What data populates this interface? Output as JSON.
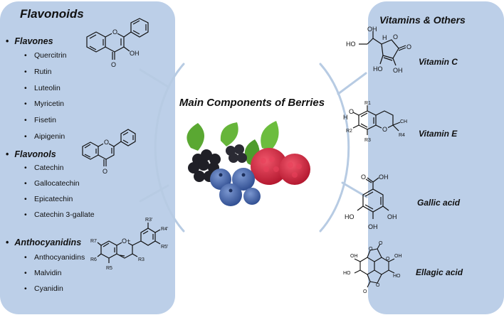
{
  "title": "Main Components of Berries",
  "left_panel": {
    "title": "Flavonoids",
    "groups": [
      {
        "name": "Flavones",
        "items": [
          "Quercitrin",
          "Rutin",
          "Luteolin",
          "Myricetin",
          "Fisetin",
          "Aipigenin"
        ],
        "structure_labels": [
          "O",
          "O",
          "OH"
        ]
      },
      {
        "name": "Flavonols",
        "items": [
          "Catechin",
          "Gallocatechin",
          "Epicatechin",
          "Catechin 3-gallate"
        ],
        "structure_labels": [
          "O",
          "O"
        ]
      },
      {
        "name": "Anthocyanidins",
        "items": [
          "Anthocyanidins",
          "Malvidin",
          "Cyanidin"
        ],
        "structure_labels": [
          "R7",
          "R6",
          "R5",
          "R3",
          "R3'",
          "R4'",
          "R5'",
          "O+"
        ]
      }
    ]
  },
  "right_panel": {
    "title": "Vitamins & Others",
    "compounds": [
      {
        "name": "Vitamin C",
        "structure_labels": [
          "HO",
          "OH",
          "H",
          "O",
          "O",
          "HO",
          "OH"
        ]
      },
      {
        "name": "Vitamin E",
        "structure_labels": [
          "R1",
          "O",
          "H",
          "R2",
          "R3",
          "O",
          "CH",
          "R4"
        ]
      },
      {
        "name": "Gallic acid",
        "structure_labels": [
          "O",
          "OH",
          "HO",
          "OH",
          "OH"
        ]
      },
      {
        "name": "Ellagic acid",
        "structure_labels": [
          "O",
          "OH",
          "HO",
          "O",
          "O",
          "OH",
          "HO",
          "O",
          "O"
        ]
      }
    ]
  },
  "colors": {
    "panel": "#bccfe8",
    "connector": "#b7cbe3",
    "blackberry": "#1f1f26",
    "blueberry": "#3f62a8",
    "raspberry": "#d4203a",
    "leaf": "#5aa832"
  }
}
